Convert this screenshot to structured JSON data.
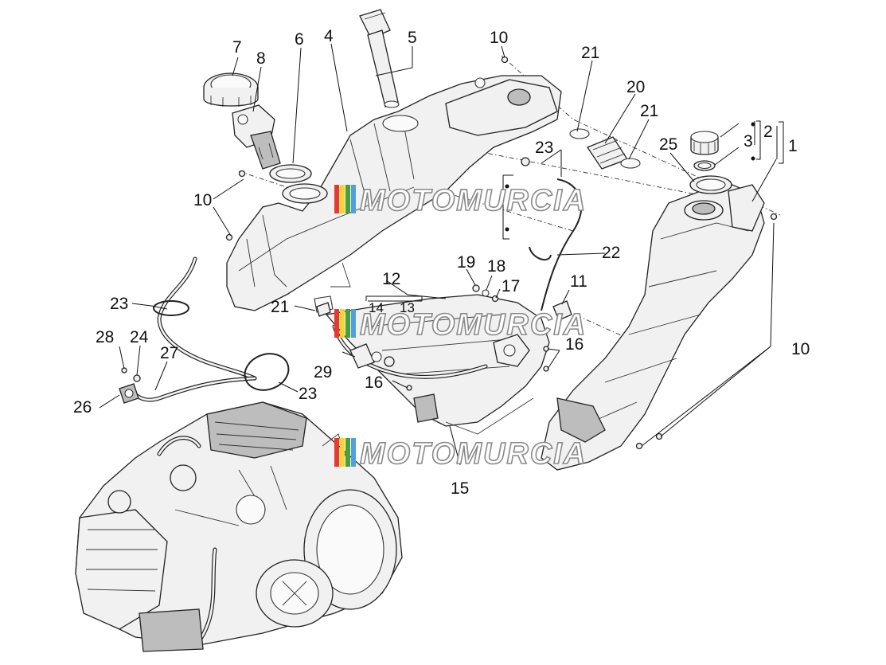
{
  "diagram": {
    "callouts": {
      "c1": "1",
      "c2": "2",
      "c3": "3",
      "c4": "4",
      "c5": "5",
      "c6": "6",
      "c7": "7",
      "c8": "8",
      "c10a": "10",
      "c10b": "10",
      "c10c": "10",
      "c11": "11",
      "c12": "12",
      "c13": "13",
      "c14": "14",
      "c15": "15",
      "c16a": "16",
      "c16b": "16",
      "c17": "17",
      "c18": "18",
      "c19": "19",
      "c20": "20",
      "c21a": "21",
      "c21b": "21",
      "c21c": "21",
      "c22": "22",
      "c23a": "23",
      "c23b": "23",
      "c23c": "23",
      "c24": "24",
      "c25": "25",
      "c26": "26",
      "c27": "27",
      "c28": "28",
      "c29": "29"
    },
    "watermark": {
      "text": "MOTOMURCIA",
      "stripe_colors": [
        "#e53935",
        "#f5d33a",
        "#43a047",
        "#4aa3df"
      ]
    }
  }
}
